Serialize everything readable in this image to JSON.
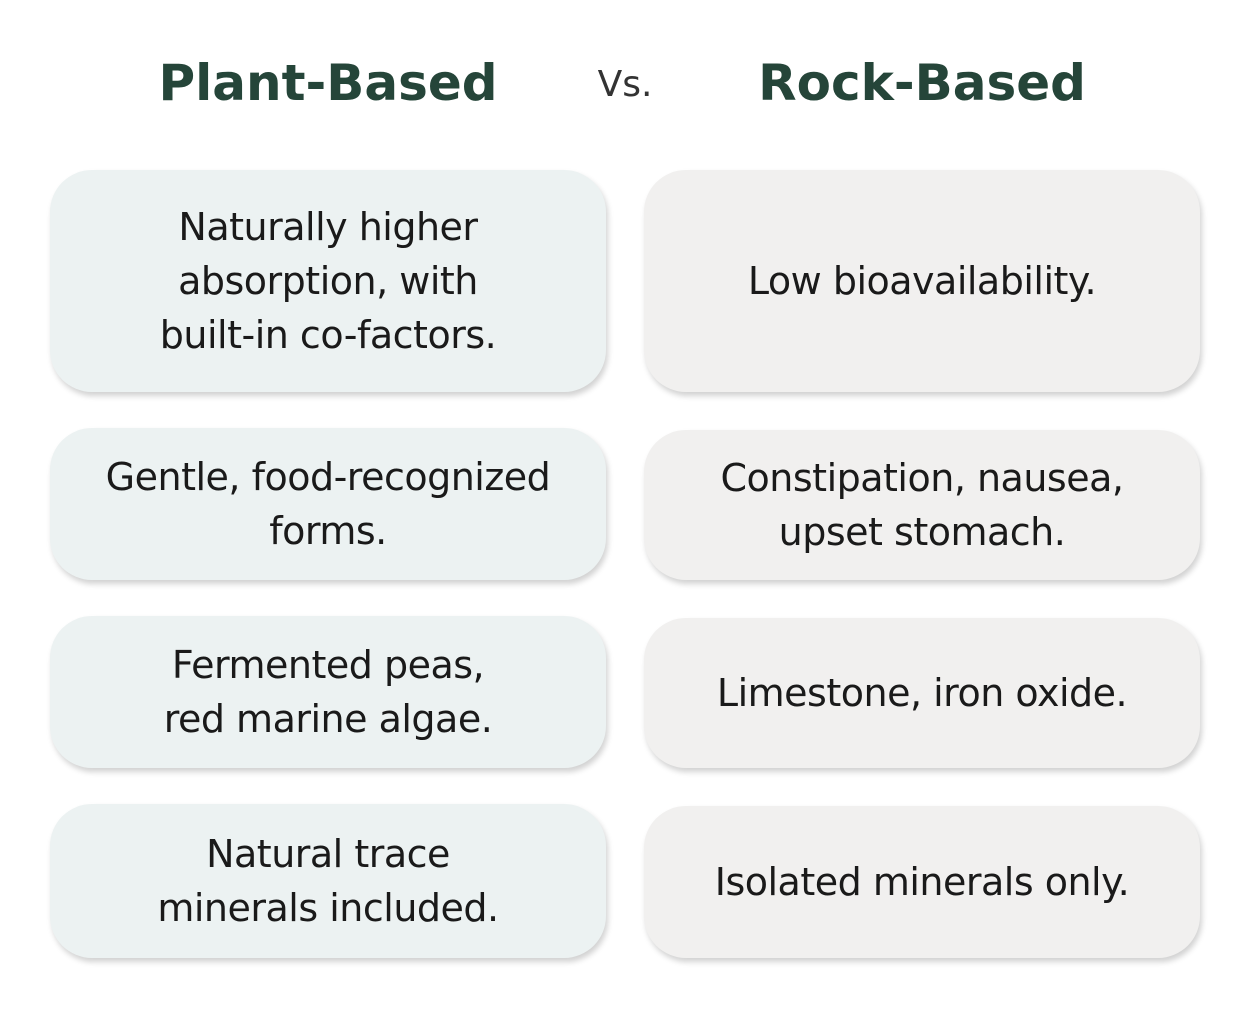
{
  "colors": {
    "heading": "#254539",
    "text": "#1a1a1a",
    "vs_text": "#333333",
    "plant_card_bg": "#ecf2f2",
    "rock_card_bg": "#f1f0ef",
    "page_bg": "#ffffff"
  },
  "header": {
    "left_title": "Plant-Based",
    "vs": "Vs.",
    "right_title": "Rock-Based"
  },
  "rows": [
    {
      "plant": [
        "Naturally higher",
        "absorption, with",
        "built-in co-factors."
      ],
      "rock": [
        "Low bioavailability."
      ]
    },
    {
      "plant": [
        "Gentle, food-recognized",
        "forms."
      ],
      "rock": [
        "Constipation, nausea,",
        "upset stomach."
      ]
    },
    {
      "plant": [
        "Fermented peas,",
        "red marine algae."
      ],
      "rock": [
        "Limestone, iron oxide."
      ]
    },
    {
      "plant": [
        "Natural trace",
        "minerals included."
      ],
      "rock": [
        "Isolated minerals only."
      ]
    }
  ]
}
